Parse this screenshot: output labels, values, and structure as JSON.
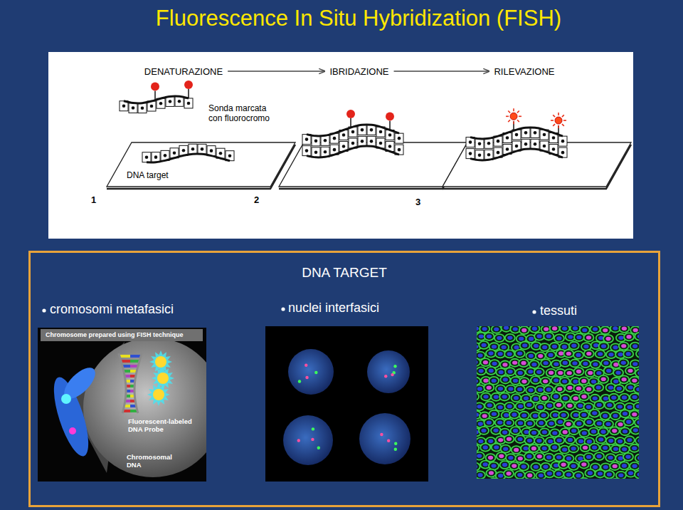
{
  "diagram": {
    "title": "Fluorescence In Situ Hybridization (FISH)",
    "nodes": [
      {
        "text": [
          "DENATURAZIONE"
        ]
      },
      {
        "text": [
          "IBRIDAZIONE"
        ]
      },
      {
        "text": [
          "RILEVAZIONE"
        ]
      },
      {
        "text": [
          "DNA TARGET"
        ]
      }
    ],
    "edges": [
      {
        "from": 0,
        "to": 1,
        "arrow": "to"
      },
      {
        "from": 1,
        "to": 2,
        "arrow": "to"
      }
    ],
    "labels": [
      "Sonda marcata con fluorocromo",
      "DNA target",
      "1",
      "2",
      "3",
      "cromosomi metafasici",
      "nuclei interfasici",
      "tessuti",
      "Chromosome prepared using FISH technique",
      "Fluorescent-labeled DNA Probe",
      "Chromosomal DNA"
    ]
  }
}
